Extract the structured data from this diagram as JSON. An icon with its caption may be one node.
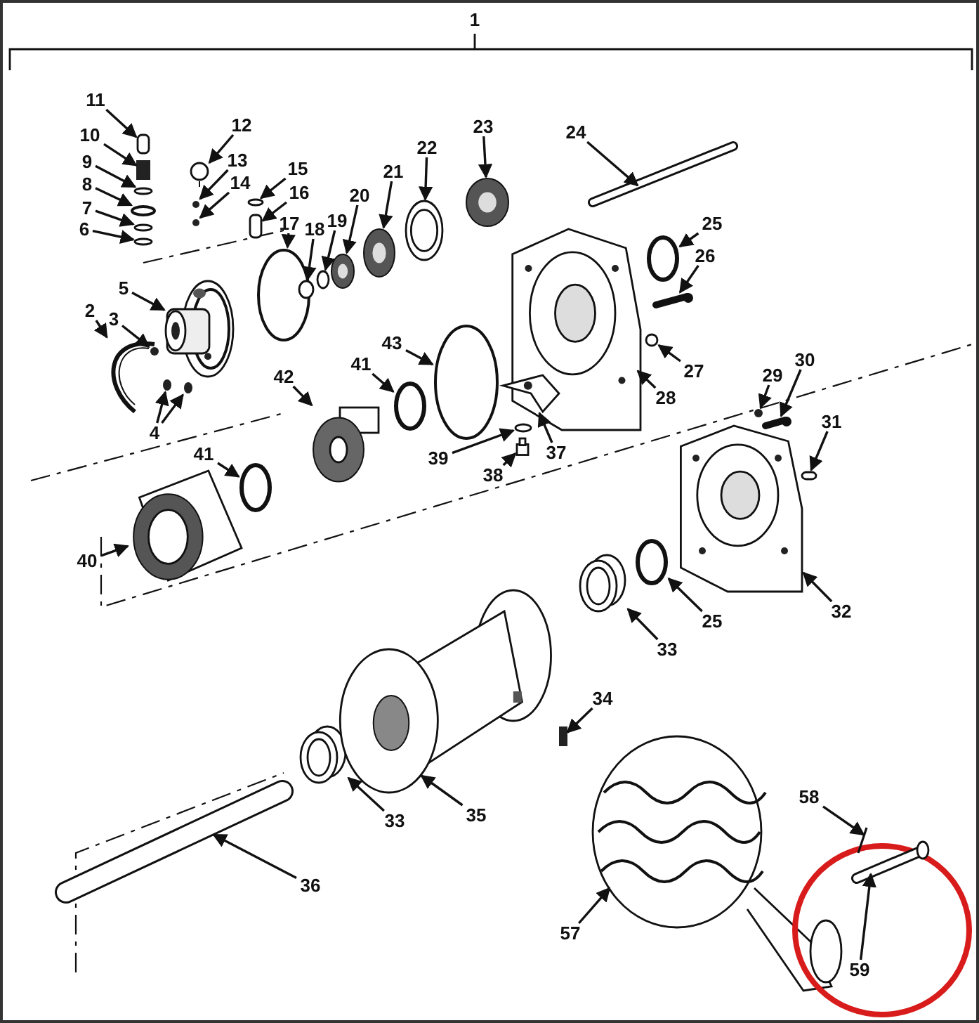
{
  "diagram": {
    "nodes": [
      {
        "text": [
          "2"
        ]
      },
      {
        "text": [
          "3"
        ]
      },
      {
        "text": [
          "4"
        ]
      },
      {
        "text": [
          "5"
        ]
      },
      {
        "text": [
          "6"
        ]
      },
      {
        "text": [
          "7"
        ]
      },
      {
        "text": [
          "8"
        ]
      },
      {
        "text": [
          "9"
        ]
      },
      {
        "text": [
          "10"
        ]
      },
      {
        "text": [
          "11"
        ]
      },
      {
        "text": [
          "12"
        ]
      },
      {
        "text": [
          "13"
        ]
      },
      {
        "text": [
          "14"
        ]
      },
      {
        "text": [
          "15"
        ]
      },
      {
        "text": [
          "16"
        ]
      },
      {
        "text": [
          "17"
        ]
      },
      {
        "text": [
          "18"
        ]
      },
      {
        "text": [
          "19"
        ]
      },
      {
        "text": [
          "20"
        ]
      },
      {
        "text": [
          "21"
        ]
      },
      {
        "text": [
          "22"
        ]
      },
      {
        "text": [
          "23"
        ]
      },
      {
        "text": [
          "24"
        ]
      },
      {
        "text": [
          "25"
        ]
      },
      {
        "text": [
          "26"
        ]
      },
      {
        "text": [
          "27"
        ]
      },
      {
        "text": [
          "28"
        ]
      },
      {
        "text": [
          "29"
        ]
      },
      {
        "text": [
          "30"
        ]
      },
      {
        "text": [
          "31"
        ]
      },
      {
        "text": [
          "32"
        ]
      },
      {
        "text": [
          "25"
        ]
      },
      {
        "text": [
          "33"
        ]
      },
      {
        "text": [
          "34"
        ]
      },
      {
        "text": [
          "33"
        ]
      },
      {
        "text": [
          "35"
        ]
      },
      {
        "text": [
          "36"
        ]
      },
      {
        "text": [
          "37"
        ]
      },
      {
        "text": [
          "38"
        ]
      },
      {
        "text": [
          "39"
        ]
      },
      {
        "text": [
          "40"
        ]
      },
      {
        "text": [
          "41"
        ]
      },
      {
        "text": [
          "41"
        ]
      },
      {
        "text": [
          "42"
        ]
      },
      {
        "text": [
          "43"
        ]
      },
      {
        "text": [
          "57"
        ]
      },
      {
        "text": [
          "58"
        ]
      },
      {
        "text": [
          "59"
        ]
      },
      {
        "text": [],
        "shape": "picture"
      },
      {
        "text": [],
        "shape": "circle"
      },
      {
        "text": [],
        "shape": "circle"
      },
      {
        "text": [],
        "shape": "circle"
      },
      {
        "text": [],
        "shape": "picture"
      },
      {
        "text": [],
        "shape": "circle"
      },
      {
        "text": [],
        "shape": "circle"
      },
      {
        "text": [],
        "shape": "circle"
      },
      {
        "text": [],
        "shape": "circle"
      },
      {
        "text": [],
        "shape": "box"
      },
      {
        "text": [],
        "shape": "box"
      },
      {
        "text": [],
        "shape": "circle"
      },
      {
        "text": [],
        "shape": "circle"
      },
      {
        "text": [],
        "shape": "circle"
      },
      {
        "text": [],
        "shape": "circle"
      },
      {
        "text": [],
        "shape": "box"
      },
      {
        "text": [],
        "shape": "circle"
      },
      {
        "text": [],
        "shape": "circle"
      },
      {
        "text": [],
        "shape": "circle"
      },
      {
        "text": [],
        "shape": "circle"
      },
      {
        "text": [],
        "shape": "circle"
      },
      {
        "text": [],
        "shape": "circle"
      },
      {
        "text": [],
        "shape": "circle"
      },
      {
        "text": [],
        "shape": "bar"
      },
      {
        "text": [],
        "shape": "circle"
      },
      {
        "text": [],
        "shape": "bar"
      },
      {
        "text": [],
        "shape": "circle"
      },
      {
        "text": [],
        "shape": "picture"
      },
      {
        "text": [],
        "shape": "circle"
      },
      {
        "text": [],
        "shape": "bar"
      },
      {
        "text": [],
        "shape": "box"
      },
      {
        "text": [],
        "shape": "picture"
      },
      {
        "text": [],
        "shape": "circle"
      },
      {
        "text": [],
        "shape": "cylinder"
      },
      {
        "text": [],
        "shape": "box"
      },
      {
        "text": [],
        "shape": "cylinder"
      },
      {
        "text": [],
        "shape": "picture"
      },
      {
        "text": [],
        "shape": "bar"
      },
      {
        "text": [],
        "shape": "picture"
      },
      {
        "text": [],
        "shape": "box"
      },
      {
        "text": [],
        "shape": "circle"
      },
      {
        "text": [],
        "shape": "picture"
      },
      {
        "text": [],
        "shape": "circle"
      },
      {
        "text": [],
        "shape": "circle"
      },
      {
        "text": [],
        "shape": "picture"
      },
      {
        "text": [],
        "shape": "circle"
      },
      {
        "text": [],
        "shape": "picture"
      },
      {
        "text": [],
        "shape": "bar"
      },
      {
        "text": [],
        "shape": "bar"
      }
    ],
    "edges": [
      {
        "from": 0,
        "to": 48,
        "arrow": "to"
      },
      {
        "from": 1,
        "to": 49,
        "arrow": "to"
      },
      {
        "from": 2,
        "to": 50,
        "arrow": "to"
      },
      {
        "from": 2,
        "to": 51,
        "arrow": "to"
      },
      {
        "from": 3,
        "to": 52,
        "arrow": "to"
      },
      {
        "from": 4,
        "to": 53,
        "arrow": "to"
      },
      {
        "from": 5,
        "to": 54,
        "arrow": "to"
      },
      {
        "from": 6,
        "to": 55,
        "arrow": "to"
      },
      {
        "from": 7,
        "to": 56,
        "arrow": "to"
      },
      {
        "from": 8,
        "to": 57,
        "arrow": "to"
      },
      {
        "from": 9,
        "to": 58,
        "arrow": "to"
      },
      {
        "from": 10,
        "to": 59,
        "arrow": "to"
      },
      {
        "from": 11,
        "to": 60,
        "arrow": "to"
      },
      {
        "from": 12,
        "to": 61,
        "arrow": "to"
      },
      {
        "from": 13,
        "to": 62,
        "arrow": "to"
      },
      {
        "from": 14,
        "to": 63,
        "arrow": "to"
      },
      {
        "from": 15,
        "to": 64,
        "arrow": "to"
      },
      {
        "from": 16,
        "to": 65,
        "arrow": "to"
      },
      {
        "from": 17,
        "to": 66,
        "arrow": "to"
      },
      {
        "from": 18,
        "to": 67,
        "arrow": "to"
      },
      {
        "from": 19,
        "to": 68,
        "arrow": "to"
      },
      {
        "from": 20,
        "to": 69,
        "arrow": "to"
      },
      {
        "from": 21,
        "to": 70,
        "arrow": "to"
      },
      {
        "from": 22,
        "to": 71,
        "arrow": "to"
      },
      {
        "from": 23,
        "to": 72,
        "arrow": "to"
      },
      {
        "from": 24,
        "to": 73,
        "arrow": "to"
      },
      {
        "from": 25,
        "to": 74,
        "arrow": "to"
      },
      {
        "from": 26,
        "to": 75,
        "arrow": "to"
      },
      {
        "from": 27,
        "to": 76,
        "arrow": "to"
      },
      {
        "from": 28,
        "to": 77,
        "arrow": "to"
      },
      {
        "from": 29,
        "to": 78,
        "arrow": "to"
      },
      {
        "from": 30,
        "to": 79,
        "arrow": "to"
      },
      {
        "from": 31,
        "to": 80,
        "arrow": "to"
      },
      {
        "from": 32,
        "to": 81,
        "arrow": "to"
      },
      {
        "from": 33,
        "to": 82,
        "arrow": "to"
      },
      {
        "from": 34,
        "to": 83,
        "arrow": "to"
      },
      {
        "from": 35,
        "to": 84,
        "arrow": "to"
      },
      {
        "from": 36,
        "to": 85,
        "arrow": "to"
      },
      {
        "from": 37,
        "to": 86,
        "arrow": "to"
      },
      {
        "from": 38,
        "to": 87,
        "arrow": "to"
      },
      {
        "from": 39,
        "to": 88,
        "arrow": "to"
      },
      {
        "from": 40,
        "to": 89,
        "arrow": "to"
      },
      {
        "from": 41,
        "to": 90,
        "arrow": "to"
      },
      {
        "from": 42,
        "to": 91,
        "arrow": "to"
      },
      {
        "from": 43,
        "to": 92,
        "arrow": "to"
      },
      {
        "from": 44,
        "to": 93,
        "arrow": "to"
      },
      {
        "from": 45,
        "to": 94,
        "arrow": "to"
      },
      {
        "from": 46,
        "to": 95,
        "arrow": "to"
      },
      {
        "from": 47,
        "to": 96,
        "arrow": "to"
      }
    ],
    "labels": [
      "1"
    ]
  }
}
